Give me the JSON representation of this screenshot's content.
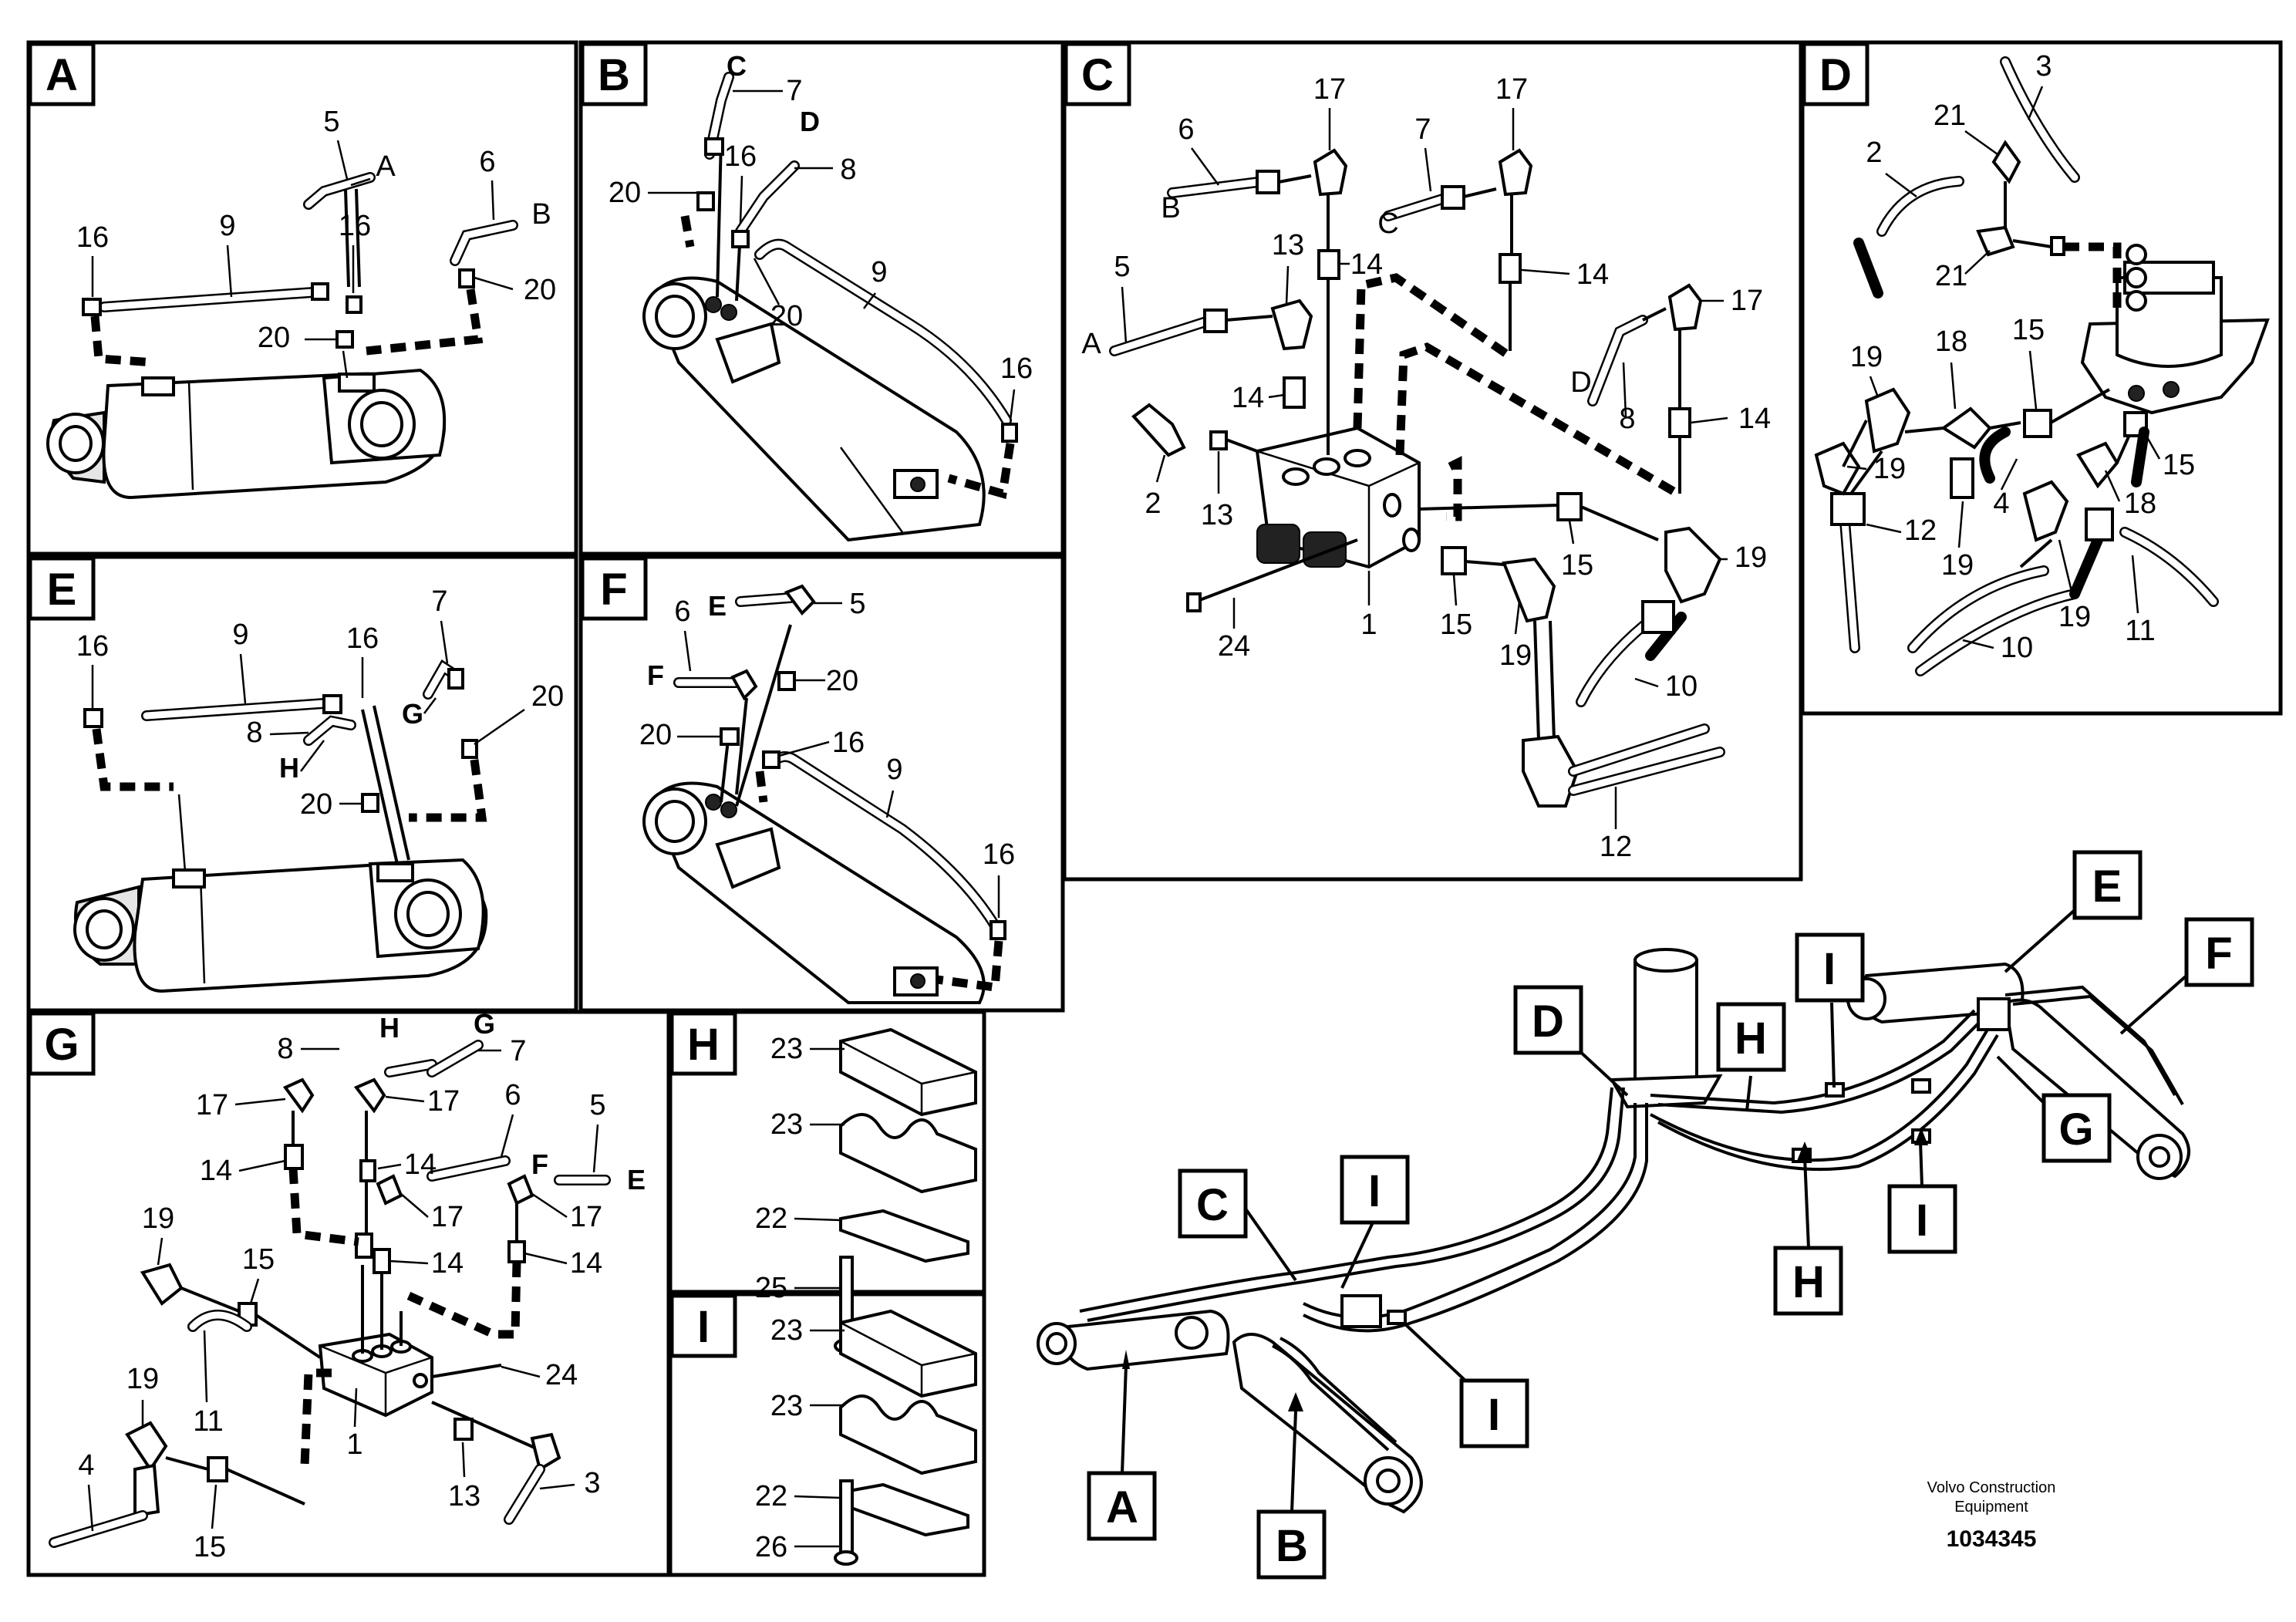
{
  "panels": [
    {
      "id": "A",
      "parts": [
        "5",
        "A",
        "6",
        "B",
        "16",
        "9",
        "16",
        "20",
        "20"
      ]
    },
    {
      "id": "B",
      "parts": [
        "C",
        "7",
        "D",
        "8",
        "20",
        "16",
        "20",
        "9",
        "16"
      ]
    },
    {
      "id": "C",
      "parts": [
        "6",
        "B",
        "17",
        "7",
        "C",
        "17",
        "13",
        "14",
        "14",
        "5",
        "A",
        "17",
        "D",
        "8",
        "14",
        "14",
        "2",
        "13",
        "15",
        "19",
        "24",
        "1",
        "15",
        "19",
        "10",
        "12"
      ]
    },
    {
      "id": "D",
      "parts": [
        "3",
        "21",
        "2",
        "21",
        "19",
        "18",
        "15",
        "19",
        "4",
        "15",
        "18",
        "12",
        "19",
        "19",
        "11",
        "10"
      ]
    },
    {
      "id": "E",
      "parts": [
        "7",
        "9",
        "16",
        "16",
        "8",
        "H",
        "G",
        "20",
        "20"
      ]
    },
    {
      "id": "F",
      "parts": [
        "6",
        "E",
        "5",
        "F",
        "20",
        "20",
        "16",
        "9",
        "16"
      ]
    },
    {
      "id": "G",
      "parts": [
        "8",
        "H",
        "G",
        "7",
        "17",
        "17",
        "6",
        "5",
        "14",
        "14",
        "F",
        "E",
        "17",
        "17",
        "19",
        "15",
        "14",
        "14",
        "11",
        "24",
        "19",
        "1",
        "13",
        "3",
        "4",
        "15"
      ]
    },
    {
      "id": "H",
      "parts": [
        "23",
        "23",
        "22",
        "25"
      ]
    },
    {
      "id": "I",
      "parts": [
        "23",
        "23",
        "22",
        "26"
      ]
    }
  ],
  "overview_tags": [
    "A",
    "B",
    "C",
    "D",
    "E",
    "F",
    "G",
    "H",
    "H",
    "I",
    "I",
    "I",
    "I"
  ],
  "footer": {
    "company_line1": "Volvo Construction",
    "company_line2": "Equipment",
    "doc_number": "1034345"
  }
}
